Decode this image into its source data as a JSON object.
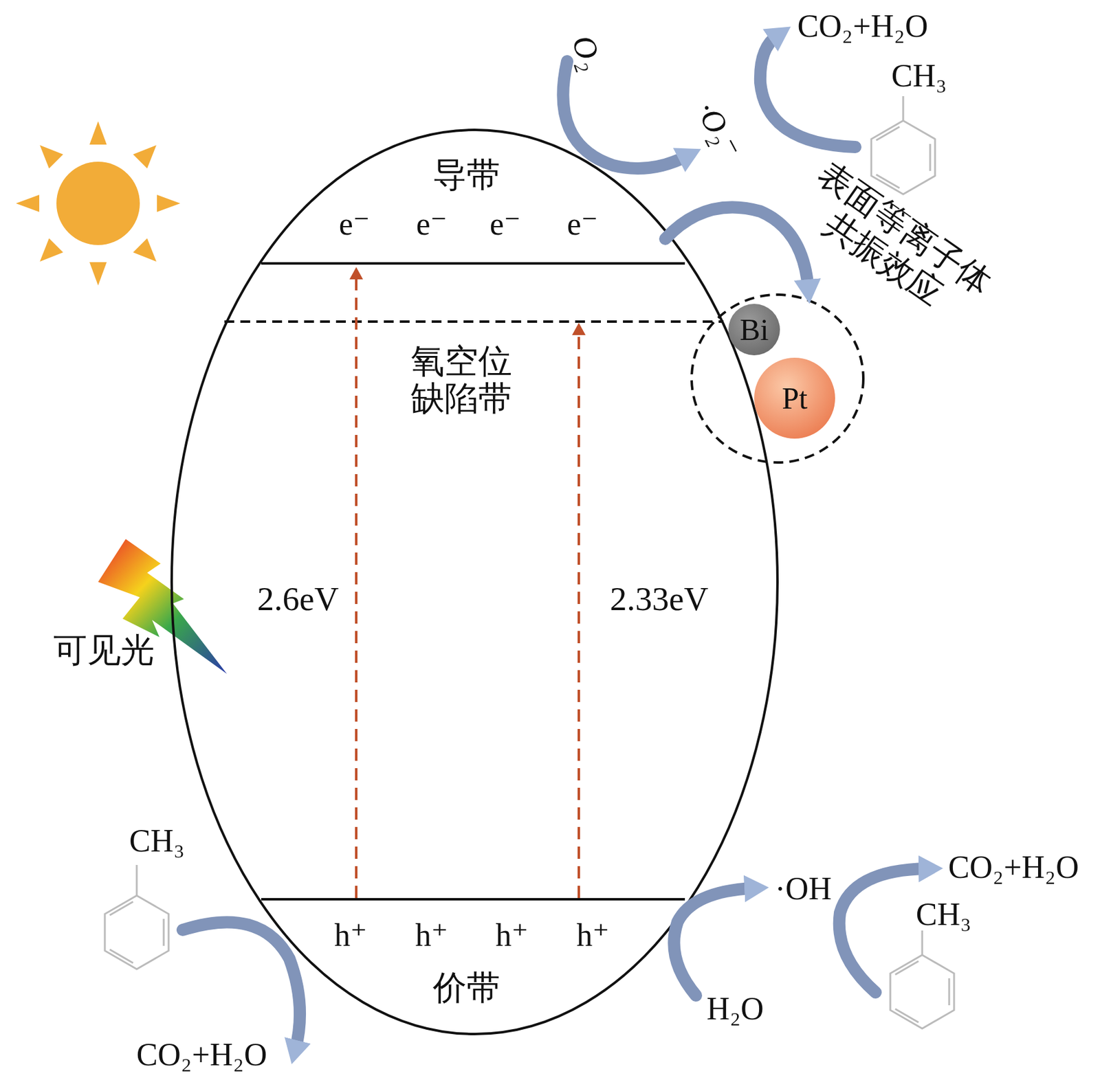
{
  "diagram": {
    "nodes": [
      {
        "text": [
          "Bi"
        ]
      },
      {
        "text": [
          "Pt"
        ]
      }
    ],
    "labels": [
      "O₂",
      "CO₂+H₂O",
      "CH₃",
      "·O₂⁻",
      "导带",
      "e⁻",
      "e⁻",
      "e⁻",
      "e⁻",
      "表面等离子体 共振效应",
      "氧空位 缺陷带",
      "2.6eV",
      "2.33eV",
      "可见光",
      "CH₃",
      "·OH",
      "CO₂+H₂O",
      "CH₃",
      "h⁺",
      "h⁺",
      "h⁺",
      "h⁺",
      "价带",
      "H₂O",
      "CO₂+H₂O"
    ]
  }
}
